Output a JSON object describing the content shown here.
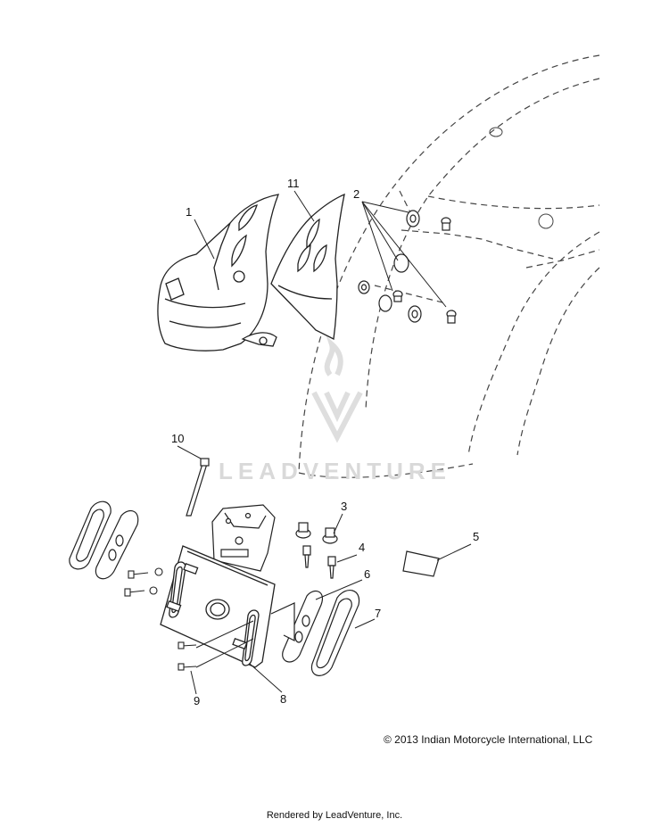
{
  "callouts": [
    "1",
    "2",
    "3",
    "4",
    "5",
    "6",
    "7",
    "8",
    "9",
    "10",
    "11"
  ],
  "copyright": "© 2013 Indian Motorcycle International, LLC",
  "rendered_by": "Rendered by LeadVenture, Inc.",
  "watermark": "LEADVENTURE",
  "colors": {
    "line": "#222222",
    "watermark": "#d9d9d9"
  }
}
